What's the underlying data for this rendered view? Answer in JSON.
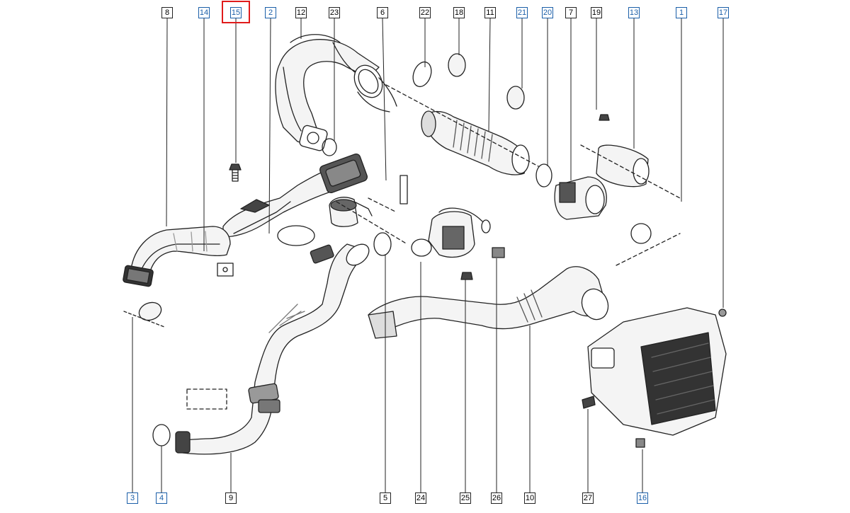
{
  "diagram": {
    "callouts_top": [
      {
        "label": "8",
        "linked": false
      },
      {
        "label": "14",
        "linked": true
      },
      {
        "label": "15",
        "linked": true,
        "selected": true
      },
      {
        "label": "2",
        "linked": true
      },
      {
        "label": "12",
        "linked": false
      },
      {
        "label": "23",
        "linked": false
      },
      {
        "label": "6",
        "linked": false
      },
      {
        "label": "22",
        "linked": false
      },
      {
        "label": "18",
        "linked": false
      },
      {
        "label": "11",
        "linked": false
      },
      {
        "label": "21",
        "linked": true
      },
      {
        "label": "20",
        "linked": true
      },
      {
        "label": "7",
        "linked": false
      },
      {
        "label": "19",
        "linked": false
      },
      {
        "label": "13",
        "linked": true
      },
      {
        "label": "1",
        "linked": true
      },
      {
        "label": "17",
        "linked": true
      }
    ],
    "callouts_bottom": [
      {
        "label": "3",
        "linked": true
      },
      {
        "label": "4",
        "linked": true
      },
      {
        "label": "9",
        "linked": false
      },
      {
        "label": "5",
        "linked": false
      },
      {
        "label": "24",
        "linked": false
      },
      {
        "label": "25",
        "linked": false
      },
      {
        "label": "26",
        "linked": false
      },
      {
        "label": "10",
        "linked": false
      },
      {
        "label": "27",
        "linked": false
      },
      {
        "label": "16",
        "linked": true
      }
    ],
    "colors": {
      "line": "#222222",
      "linked": "#1a5ea8",
      "highlight": "#e01b1b",
      "part_fill": "#f4f4f4",
      "dark": "#3a3a3a"
    }
  }
}
